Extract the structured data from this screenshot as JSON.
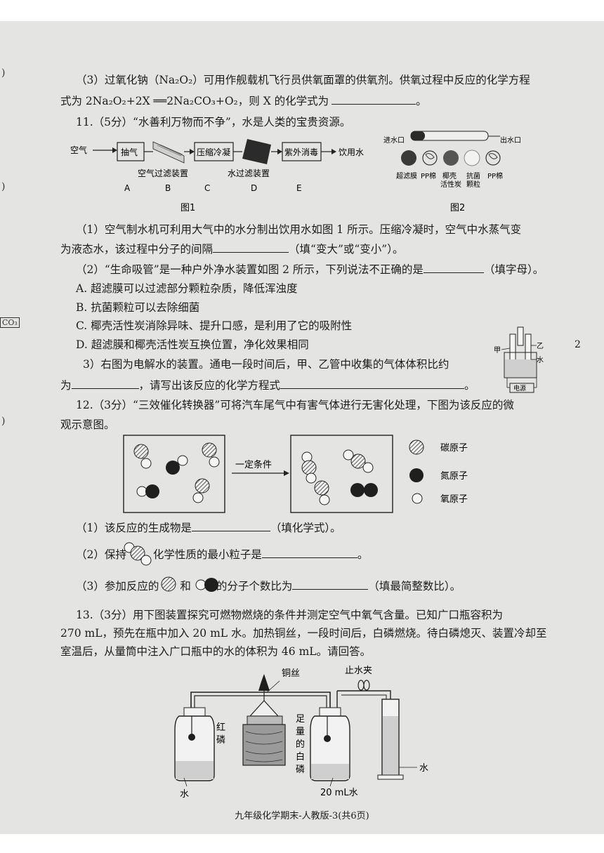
{
  "margin_marks": [
    ")",
    ")",
    "CO₃",
    ")"
  ],
  "q10_3": {
    "line1": "（3）过氧化钠（Na₂O₂）可用作舰载机飞行员供氧面罩的供氧剂。供氧过程中反应的化学方程",
    "line2": "式为 2Na₂O₂+2X ══2Na₂CO₃+O₂，则 X 的化学式为",
    "end": "。"
  },
  "q11": {
    "stem": "11.（5分）“水善利万物而不争”，水是人类的宝贵资源。",
    "fig1": {
      "input": "空气",
      "box_a": "抽气",
      "box_c": "压缩冷凝",
      "box_e": "紫外消毒",
      "output": "饮用水",
      "air_filter": "空气过滤装置",
      "water_filter": "水过滤装置",
      "letters": [
        "A",
        "B",
        "C",
        "D",
        "E"
      ],
      "caption": "图1"
    },
    "fig2": {
      "inlet": "进水口",
      "outlet": "出水口",
      "layers": [
        "超滤膜",
        "PP棉",
        "椰壳活性炭",
        "抗菌颗粒",
        "PP棉"
      ],
      "layer_lines": [
        [
          "超滤膜"
        ],
        [
          "PP棉"
        ],
        [
          "椰壳",
          "活性炭"
        ],
        [
          "抗菌",
          "颗粒"
        ],
        [
          "PP棉"
        ]
      ],
      "caption": "图2"
    },
    "p1_line1": "（1）空气制水机可利用大气中的水分制出饮用水如图 1 所示。压缩冷凝时，空气中水蒸气变",
    "p1_line2a": "为液态水，该过程中分子的间隔",
    "p1_line2b": "（填“变大”或“变小”）。",
    "p2_stem_a": "（2）“生命吸管”是一种户外净水装置如图 2 所示，下列说法不正确的是",
    "p2_stem_b": "（填字母）。",
    "options": [
      "A. 超滤膜可以过滤部分颗粒杂质，降低浑浊度",
      "B. 抗菌颗粒可以去除细菌",
      "C. 椰壳活性炭消除异味、提升口感，是利用了它的吸附性",
      "D. 超滤膜和椰壳活性炭互换位置，净化效果相同"
    ],
    "p3_line1": "3）右图为电解水的装置。通电一段时间后，甲、乙管中收集的气体体积比约",
    "p3_line2a": "为",
    "p3_line2b": "，请写出该反应的化学方程式",
    "p3_end": "。",
    "electrolysis": {
      "tube_a": "甲",
      "tube_b": "乙",
      "water": "水",
      "power": "电源",
      "side_mark": "2"
    }
  },
  "q12": {
    "stem_line1": "12.（3分）“三效催化转换器”可将汽车尾气中有害气体进行无害化处理，下图为该反应的微",
    "stem_line2": "观示意图。",
    "condition": "一定条件",
    "legend": [
      "碳原子",
      "氮原子",
      "氧原子"
    ],
    "p1a": "（1）该反应的生成物是",
    "p1b": "（填化学式）。",
    "p2a": "（2）保持",
    "p2b": "化学性质的最小粒子是",
    "p2end": "。",
    "p3a": "（3）参加反应的",
    "p3b": "和",
    "p3c": "的分子个数比为",
    "p3d": "（填最简整数比）。"
  },
  "q13": {
    "line1": "13.（3分）用下图装置探究可燃物燃烧的条件并测定空气中氧气含量。已知广口瓶容积为",
    "line2": "270 mL，预先在瓶中加入 20 mL 水。加热铜丝，一段时间后，白磷燃烧。待白磷熄灭、装置冷却至",
    "line3": "室温后，从量筒中注入广口瓶中的水的体积为 46 mL。请回答。",
    "fig": {
      "copper": "铜丝",
      "clamp": "止水夹",
      "red_p": "红磷",
      "white_p": "足量的白磷",
      "water_left": "水",
      "water_mid": "20 mL水",
      "water_right": "水"
    }
  },
  "footer": "九年级化学期末-人教版-3(共6页)"
}
